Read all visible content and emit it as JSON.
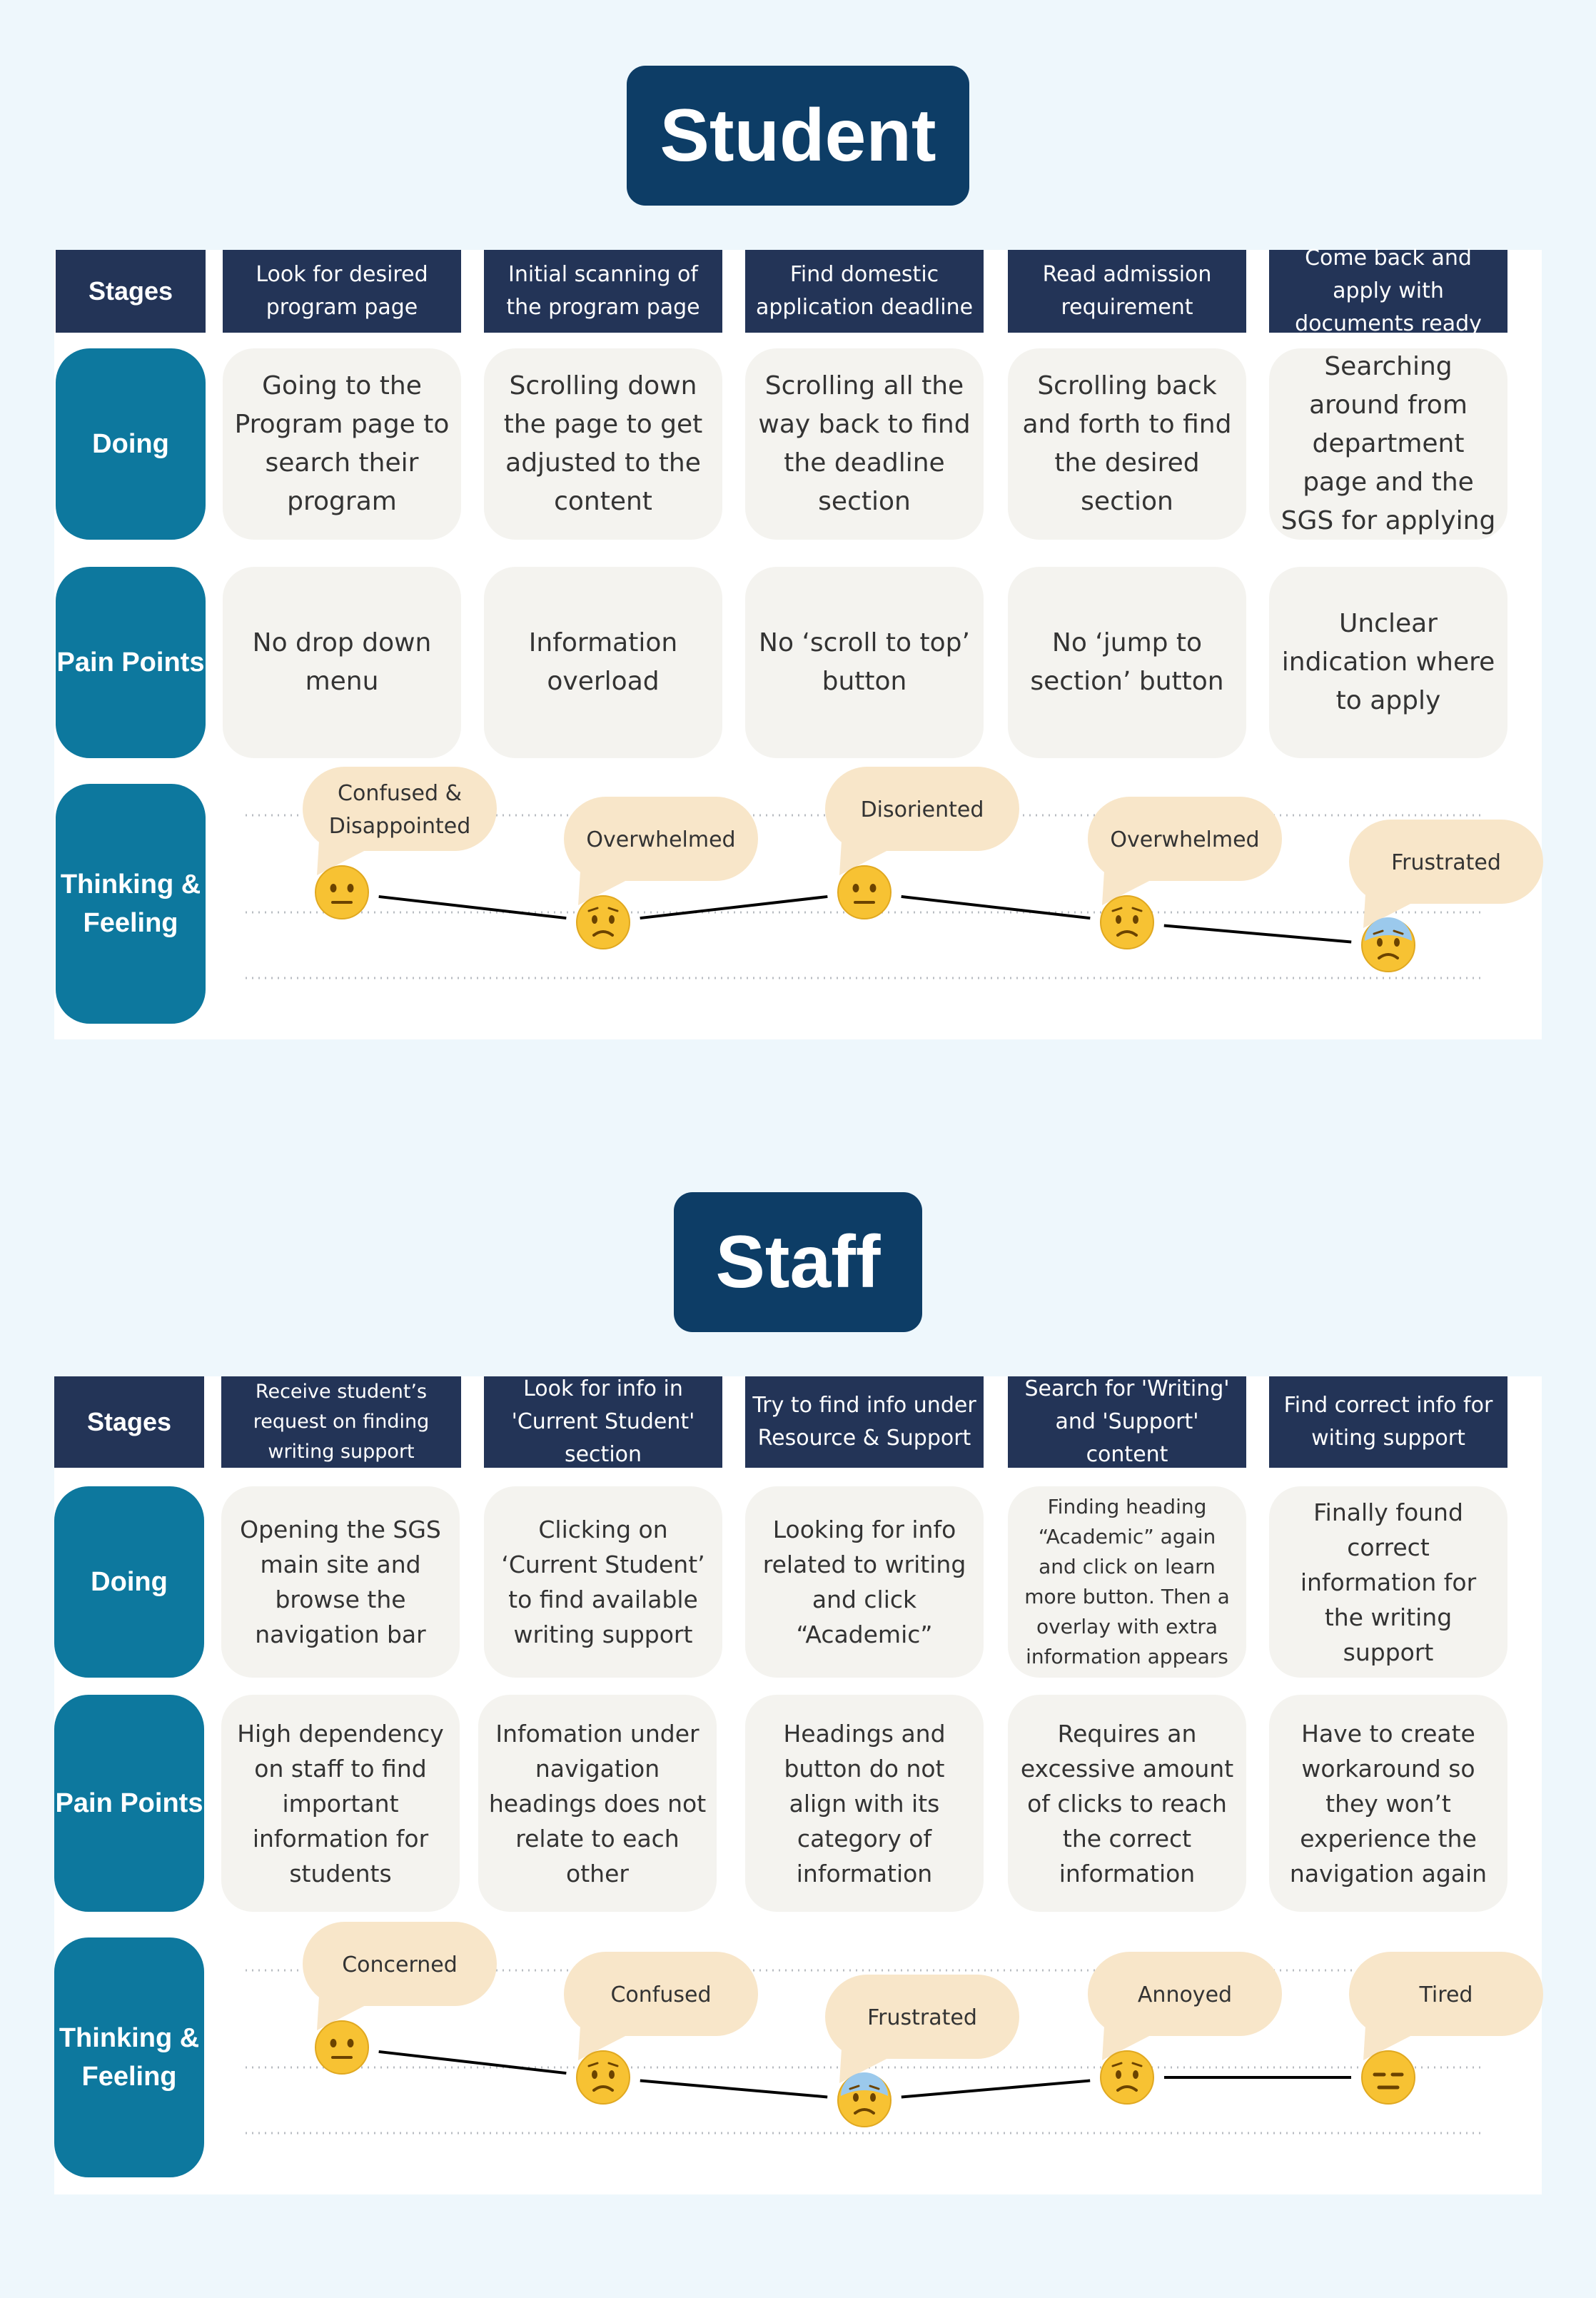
{
  "colors": {
    "background": "#eef7fc",
    "title_bg": "#0d3d66",
    "stage_bg": "#233457",
    "row_label_bg": "#0d789e",
    "cell_bg": "#f4f3ef",
    "bubble_bg": "#f8e6c9",
    "emoji_face": "#f7c233",
    "line": "#000000"
  },
  "sections": [
    {
      "title": "Student",
      "labels": {
        "stages": "Stages",
        "doing": "Doing",
        "pain_points": "Pain Points",
        "thinking_line1": "Thinking &",
        "thinking_line2": "Feeling"
      },
      "stages": [
        "Look for desired program page",
        "Initial scanning of the program page",
        "Find domestic application deadline",
        "Read admission requirement",
        "Come back and apply with documents ready"
      ],
      "doing": [
        "Going to the Program page to search their program",
        "Scrolling down the page to get adjusted to the content",
        "Scrolling all the way back to find the deadline section",
        "Scrolling back and forth to find the desired section",
        "Searching around from department page and the SGS for applying"
      ],
      "pain_points": [
        "No drop down menu",
        "Information overload",
        "No ‘scroll to top’ button",
        "No ‘jump to section’ button",
        "Unclear indication where to apply"
      ],
      "feelings": [
        {
          "label": "Confused & Disappointed",
          "emoji": "neutral-face-icon",
          "level": 1
        },
        {
          "label": "Overwhelmed",
          "emoji": "worried-face-icon",
          "level": 2
        },
        {
          "label": "Disoriented",
          "emoji": "neutral-face-icon",
          "level": 1
        },
        {
          "label": "Overwhelmed",
          "emoji": "worried-face-icon",
          "level": 2
        },
        {
          "label": "Frustrated",
          "emoji": "anxious-sweat-face-icon",
          "level": 3
        }
      ]
    },
    {
      "title": "Staff",
      "labels": {
        "stages": "Stages",
        "doing": "Doing",
        "pain_points": "Pain Points",
        "thinking_line1": "Thinking &",
        "thinking_line2": "Feeling"
      },
      "stages": [
        "Receive student’s request on finding writing support",
        "Look for info in 'Current Student' section",
        "Try to find info under Resource & Support",
        "Search for 'Writing' and 'Support' content",
        "Find correct info for witing support"
      ],
      "doing": [
        "Opening the SGS main site and browse the navigation bar",
        "Clicking on ‘Current Student’ to find available writing support",
        "Looking for info related to writing and click “Academic”",
        "Finding heading “Academic” again and click on learn more button.  Then a overlay with extra information appears",
        "Finally found correct information for the writing support"
      ],
      "pain_points": [
        "High dependency on staff to find important information for students",
        "Infomation under navigation headings does not relate to each other",
        "Headings and button do not align with its category of information",
        "Requires an excessive amount of clicks to reach the correct information",
        "Have to create workaround so they won’t experience the navigation again"
      ],
      "feelings": [
        {
          "label": "Concerned",
          "emoji": "neutral-face-icon",
          "level": 1
        },
        {
          "label": "Confused",
          "emoji": "worried-face-icon",
          "level": 2
        },
        {
          "label": "Frustrated",
          "emoji": "anxious-sweat-face-icon",
          "level": 3
        },
        {
          "label": "Annoyed",
          "emoji": "worried-face-icon",
          "level": 2
        },
        {
          "label": "Tired",
          "emoji": "expressionless-face-icon",
          "level": 2
        }
      ]
    }
  ]
}
